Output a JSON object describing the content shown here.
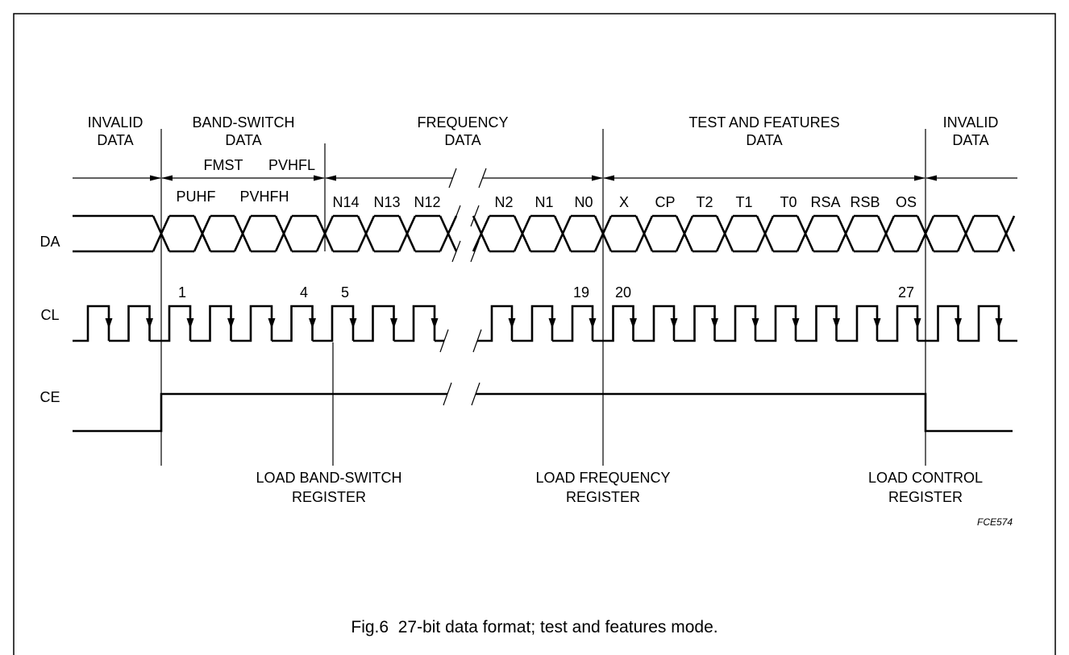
{
  "figure": {
    "caption": "Fig.6  27-bit data format; test and features mode.",
    "code": "FCE574"
  },
  "sections": [
    {
      "line1": "INVALID",
      "line2": "DATA"
    },
    {
      "line1": "BAND-SWITCH",
      "line2": "DATA"
    },
    {
      "line1": "FREQUENCY",
      "line2": "DATA"
    },
    {
      "line1": "TEST AND FEATURES",
      "line2": "DATA"
    },
    {
      "line1": "INVALID",
      "line2": "DATA"
    }
  ],
  "signals": {
    "da": "DA",
    "cl": "CL",
    "ce": "CE"
  },
  "band_switch_bits": [
    "PUHF",
    "FMST",
    "PVHFH",
    "PVHFL"
  ],
  "frequency_bits": [
    "N14",
    "N13",
    "N12",
    "N2",
    "N1",
    "N0"
  ],
  "test_and_features_bits": [
    "X",
    "CP",
    "T2",
    "T1",
    "T0",
    "RSA",
    "RSB",
    "OS"
  ],
  "clock_labels": [
    "1",
    "4",
    "5",
    "19",
    "20",
    "27"
  ],
  "load_events": [
    {
      "line1": "LOAD BAND-SWITCH",
      "line2": "REGISTER"
    },
    {
      "line1": "LOAD FREQUENCY",
      "line2": "REGISTER"
    },
    {
      "line1": "LOAD CONTROL",
      "line2": "REGISTER"
    }
  ]
}
